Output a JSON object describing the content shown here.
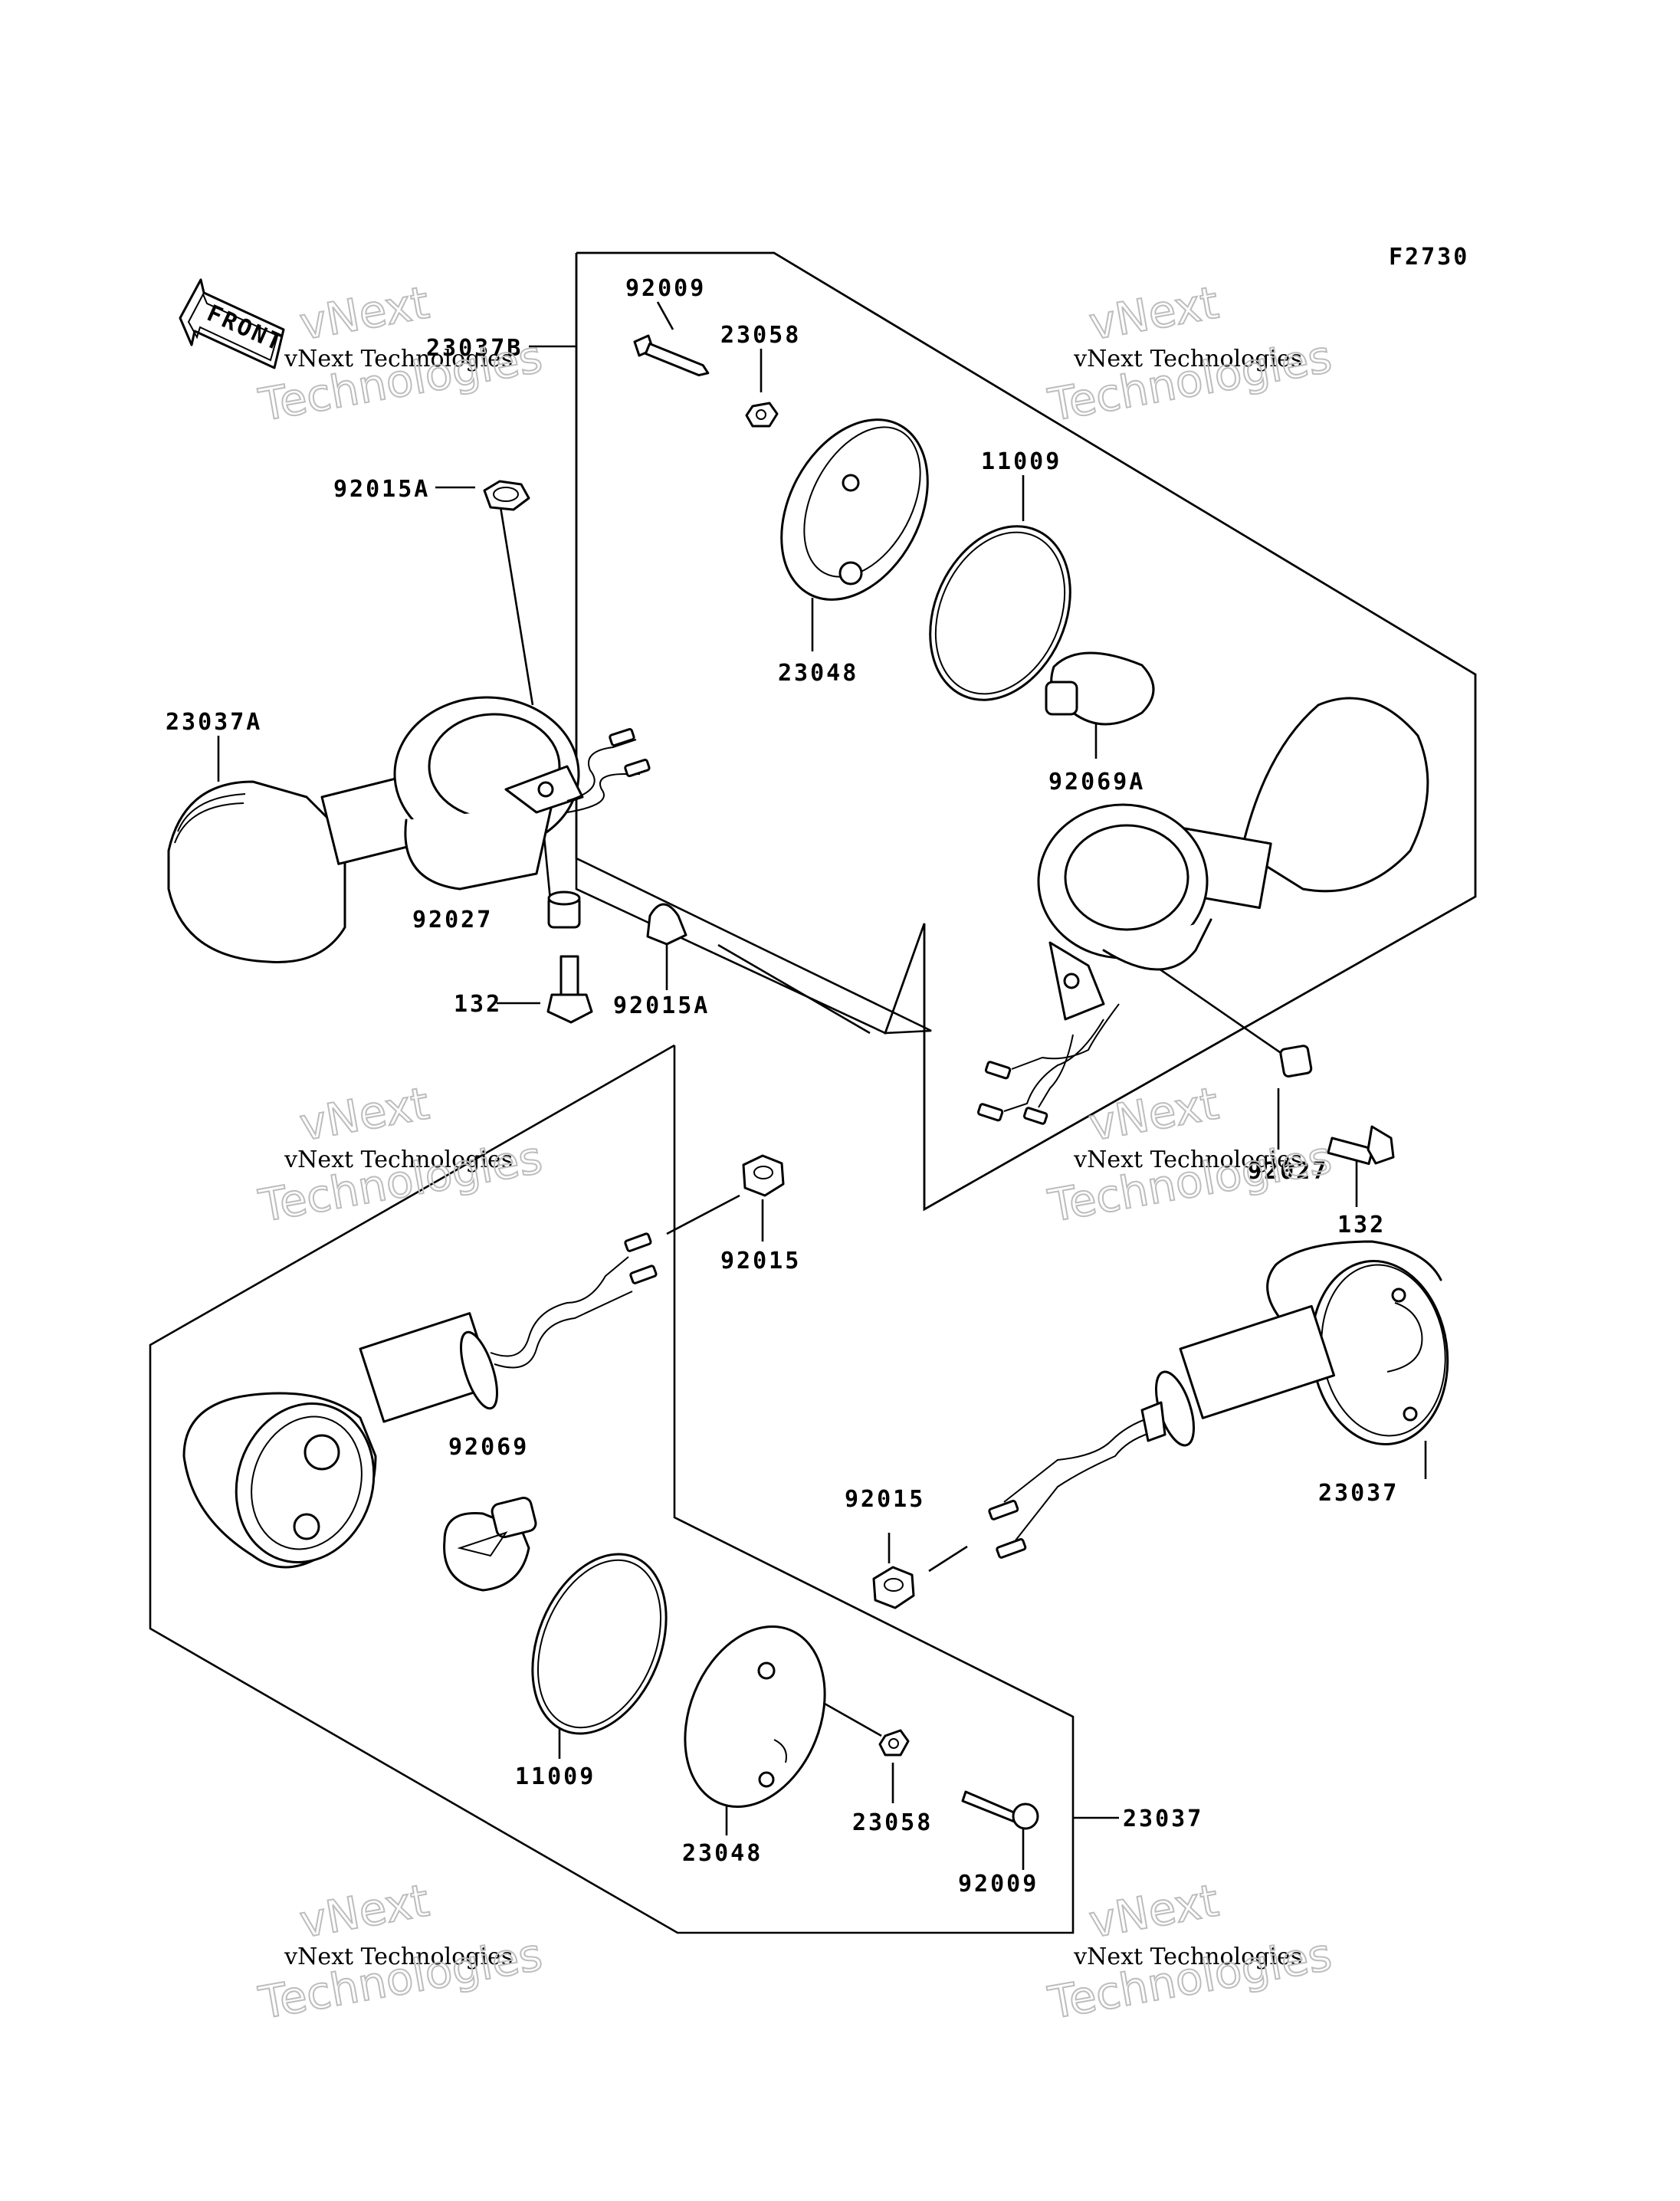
{
  "figure_code": "F2730",
  "front_label": "FRONT",
  "labels": {
    "p92009_top": "92009",
    "p23058_top": "23058",
    "p23037B": "23037B",
    "p11009_top": "11009",
    "p92015A_top": "92015A",
    "p23048_top": "23048",
    "p23037A": "23037A",
    "p92069A": "92069A",
    "p92027_left": "92027",
    "p92015A_mid": "92015A",
    "p132_left": "132",
    "p92027_right": "92027",
    "p132_right": "132",
    "p92015_mid": "92015",
    "p92069": "92069",
    "p23037_right": "23037",
    "p92015_right": "92015",
    "p11009_bottom": "11009",
    "p23048_bottom": "23048",
    "p23058_bottom": "23058",
    "p92009_bottom": "92009",
    "p23037_bottom": "23037"
  },
  "watermarks": [
    {
      "small": "vNext Technologies",
      "big_top": "vNext",
      "big_bottom": "Technologies"
    },
    {
      "small": "vNext Technologies",
      "big_top": "vNext",
      "big_bottom": "Technologies"
    },
    {
      "small": "vNext Technologies",
      "big_top": "vNext",
      "big_bottom": "Technologies"
    },
    {
      "small": "vNext Technologies",
      "big_top": "vNext",
      "big_bottom": "Technologies"
    },
    {
      "small": "vNext Technologies",
      "big_top": "vNext",
      "big_bottom": "Technologies"
    },
    {
      "small": "vNext Technologies",
      "big_top": "vNext",
      "big_bottom": "Technologies"
    }
  ]
}
